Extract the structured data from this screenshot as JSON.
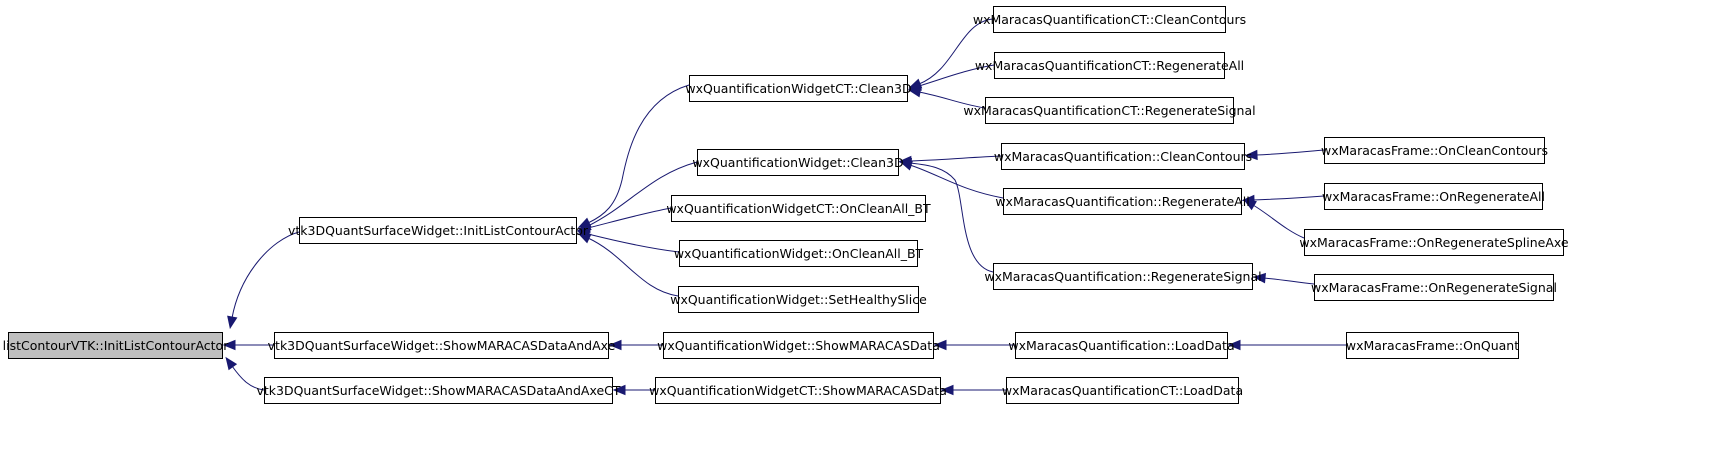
{
  "diagram": {
    "colors": {
      "edge": "#191970",
      "root_fill": "#bfbfbf",
      "node_fill": "#ffffff",
      "border": "#000000"
    },
    "nodes": [
      {
        "id": "root",
        "label": "listContourVTK::InitListContourActor"
      },
      {
        "id": "v_init",
        "label": "vtk3DQuantSurfaceWidget::InitListContourActor"
      },
      {
        "id": "v_show",
        "label": "vtk3DQuantSurfaceWidget::ShowMARACASDataAndAxe"
      },
      {
        "id": "v_showct",
        "label": "vtk3DQuantSurfaceWidget::ShowMARACASDataAndAxeCT"
      },
      {
        "id": "qct_clean3d",
        "label": "wxQuantificationWidgetCT::Clean3D"
      },
      {
        "id": "q_clean3d",
        "label": "wxQuantificationWidget::Clean3D"
      },
      {
        "id": "qct_oncleanall",
        "label": "wxQuantificationWidgetCT::OnCleanAll_BT"
      },
      {
        "id": "q_oncleanall",
        "label": "wxQuantificationWidget::OnCleanAll_BT"
      },
      {
        "id": "q_sethealthy",
        "label": "wxQuantificationWidget::SetHealthySlice"
      },
      {
        "id": "q_showdata",
        "label": "wxQuantificationWidget::ShowMARACASData"
      },
      {
        "id": "qct_showdata",
        "label": "wxQuantificationWidgetCT::ShowMARACASData"
      },
      {
        "id": "mqct_cleancontours",
        "label": "wxMaracasQuantificationCT::CleanContours"
      },
      {
        "id": "mqct_regenall",
        "label": "wxMaracasQuantificationCT::RegenerateAll"
      },
      {
        "id": "mqct_regensignal",
        "label": "wxMaracasQuantificationCT::RegenerateSignal"
      },
      {
        "id": "mq_cleancontours",
        "label": "wxMaracasQuantification::CleanContours"
      },
      {
        "id": "mq_regenall",
        "label": "wxMaracasQuantification::RegenerateAll"
      },
      {
        "id": "mq_regensignal",
        "label": "wxMaracasQuantification::RegenerateSignal"
      },
      {
        "id": "mq_loaddata",
        "label": "wxMaracasQuantification::LoadData"
      },
      {
        "id": "mqct_loaddata",
        "label": "wxMaracasQuantificationCT::LoadData"
      },
      {
        "id": "f_oncleancontours",
        "label": "wxMaracasFrame::OnCleanContours"
      },
      {
        "id": "f_onregenall",
        "label": "wxMaracasFrame::OnRegenerateAll"
      },
      {
        "id": "f_onregenspline",
        "label": "wxMaracasFrame::OnRegenerateSplineAxe"
      },
      {
        "id": "f_onregensignal",
        "label": "wxMaracasFrame::OnRegenerateSignal"
      },
      {
        "id": "f_onquant",
        "label": "wxMaracasFrame::OnQuant"
      }
    ],
    "edges": [
      {
        "from": "v_init",
        "to": "root"
      },
      {
        "from": "v_show",
        "to": "root"
      },
      {
        "from": "v_showct",
        "to": "root"
      },
      {
        "from": "qct_clean3d",
        "to": "v_init"
      },
      {
        "from": "q_clean3d",
        "to": "v_init"
      },
      {
        "from": "qct_oncleanall",
        "to": "v_init"
      },
      {
        "from": "q_oncleanall",
        "to": "v_init"
      },
      {
        "from": "q_sethealthy",
        "to": "v_init"
      },
      {
        "from": "q_showdata",
        "to": "v_show"
      },
      {
        "from": "qct_showdata",
        "to": "v_showct"
      },
      {
        "from": "mqct_cleancontours",
        "to": "qct_clean3d"
      },
      {
        "from": "mqct_regenall",
        "to": "qct_clean3d"
      },
      {
        "from": "mqct_regensignal",
        "to": "qct_clean3d"
      },
      {
        "from": "mq_cleancontours",
        "to": "q_clean3d"
      },
      {
        "from": "mq_regenall",
        "to": "q_clean3d"
      },
      {
        "from": "mq_regensignal",
        "to": "q_clean3d"
      },
      {
        "from": "mq_loaddata",
        "to": "q_showdata"
      },
      {
        "from": "mqct_loaddata",
        "to": "qct_showdata"
      },
      {
        "from": "f_oncleancontours",
        "to": "mq_cleancontours"
      },
      {
        "from": "f_onregenall",
        "to": "mq_regenall"
      },
      {
        "from": "f_onregenspline",
        "to": "mq_regenall"
      },
      {
        "from": "f_onregensignal",
        "to": "mq_regensignal"
      },
      {
        "from": "f_onquant",
        "to": "mq_loaddata"
      }
    ]
  }
}
